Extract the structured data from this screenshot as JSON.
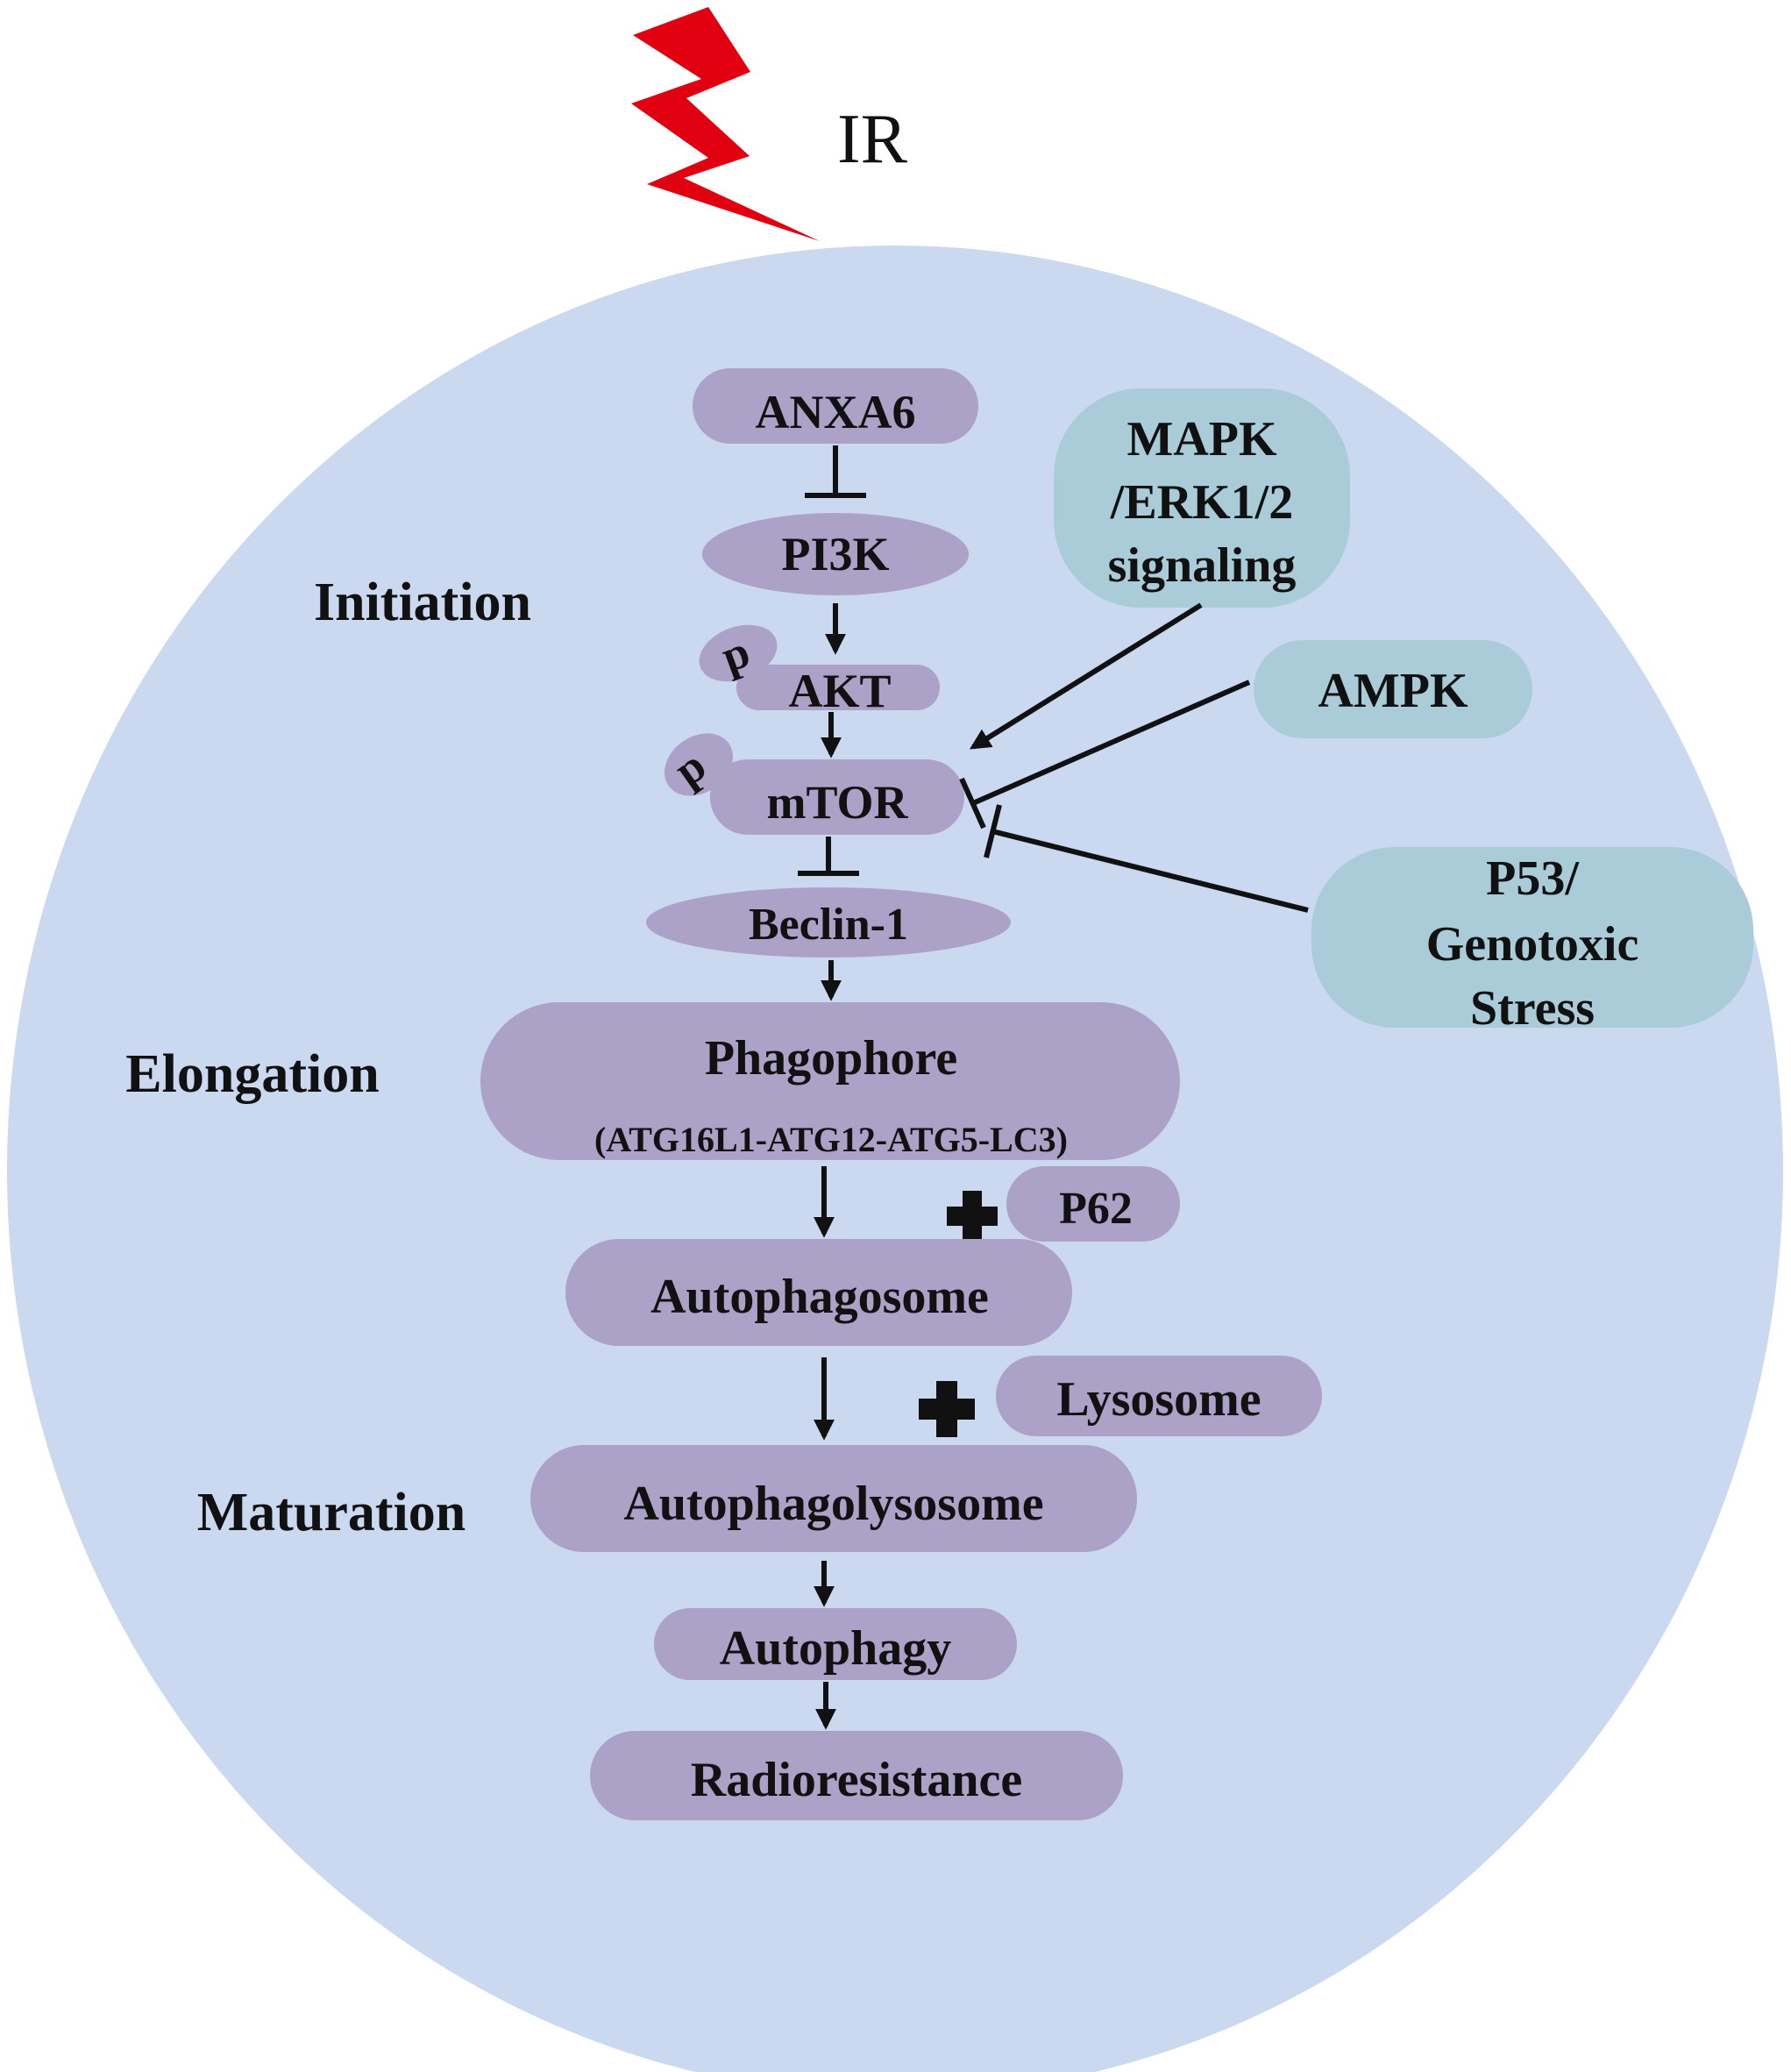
{
  "stimulus": {
    "label": "IR"
  },
  "stages": {
    "initiation": "Initiation",
    "elongation": "Elongation",
    "maturation": "Maturation"
  },
  "nodes": {
    "anxa6": "ANXA6",
    "pi3k": "PI3K",
    "akt": "AKT",
    "mtor": "mTOR",
    "beclin1": "Beclin-1",
    "phagophore": "Phagophore",
    "phagophore_complex": "(ATG16L1-ATG12-ATG5-LC3)",
    "p62": "P62",
    "autophagosome": "Autophagosome",
    "lysosome": "Lysosome",
    "autophagolysosome": "Autophagolysosome",
    "autophagy": "Autophagy",
    "radioresistance": "Radioresistance"
  },
  "phospho": {
    "akt_p": "p",
    "mtor_p": "p"
  },
  "regulators": {
    "mapk": [
      "MAPK",
      "/ERK1/2",
      "signaling"
    ],
    "ampk": "AMPK",
    "p53": [
      "P53/",
      "Genotoxic",
      "Stress"
    ]
  },
  "colors": {
    "cell": "#cad8f0",
    "pathway_node": "#aca1c6",
    "regulator_node": "#a9ccd8",
    "lightning": "#e0000f",
    "line": "#111111"
  }
}
